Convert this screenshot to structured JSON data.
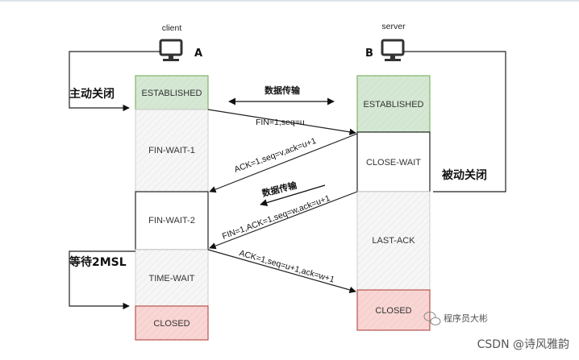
{
  "client": {
    "caption": "client",
    "letter": "A"
  },
  "server": {
    "caption": "server",
    "letter": "B"
  },
  "labels": {
    "active_close": "主动关闭",
    "passive_close": "被动关闭",
    "wait_2msl": "等待2MSL",
    "data_transfer_top": "数据传输",
    "data_transfer_mid": "数据传输"
  },
  "client_states": [
    "ESTABLISHED",
    "FIN-WAIT-1",
    "FIN-WAIT-2",
    "TIME-WAIT",
    "CLOSED"
  ],
  "server_states": [
    "ESTABLISHED",
    "CLOSE-WAIT",
    "LAST-ACK",
    "CLOSED"
  ],
  "messages": [
    {
      "text": "FIN=1,seq=u"
    },
    {
      "text": "ACK=1,seq=v,ack=u+1"
    },
    {
      "text": "FIN=1,ACK=1,seq=w,ack=u+1"
    },
    {
      "text": "ACK=1,seq=u+1,ack=w+1"
    }
  ],
  "colors": {
    "established_fill": "#d5e8d4",
    "established_stroke": "#82b366",
    "closed_fill": "#f8cecc",
    "closed_stroke": "#b85450",
    "state_fill": "#f5f5f5",
    "line": "#222222"
  },
  "watermark": {
    "channel": "程序员大彬",
    "credit": "CSDN @诗风雅韵"
  }
}
